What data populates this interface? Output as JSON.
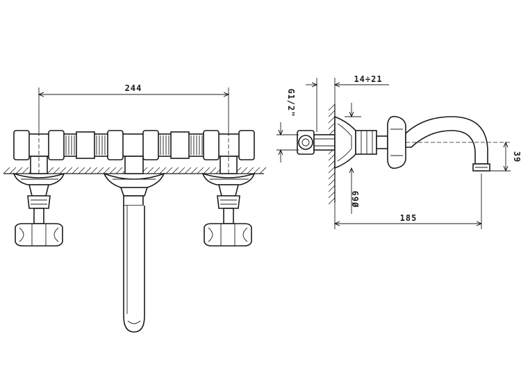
{
  "dimensions": {
    "front_width": "244",
    "depth_range": "14÷21",
    "thread": "G1/2\"",
    "flange_diameter": "Ø69",
    "projection": "185",
    "spout_height": "39"
  }
}
